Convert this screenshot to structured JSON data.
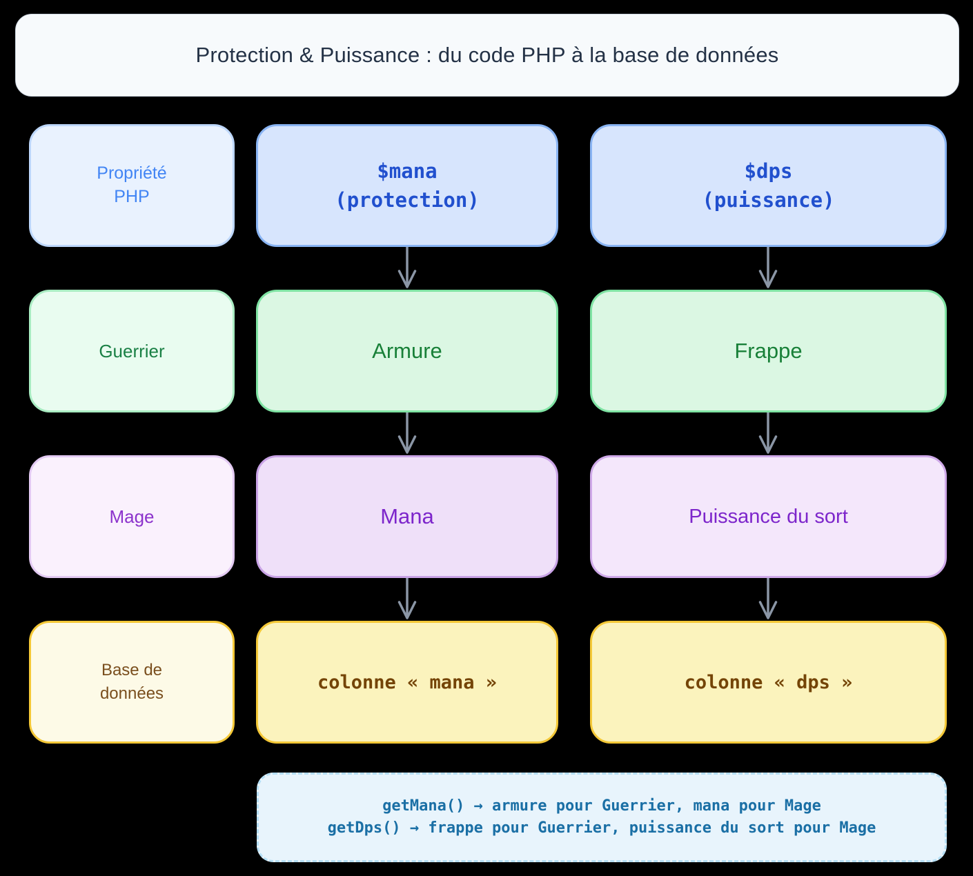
{
  "title": {
    "text": "Protection & Puissance : du code PHP à la base de données"
  },
  "grid": {
    "row_labels": [
      {
        "id": "propriete-php",
        "text": "Propriété\nPHP"
      },
      {
        "id": "guerrier",
        "text": "Guerrier"
      },
      {
        "id": "mage",
        "text": "Mage"
      },
      {
        "id": "base-de-donnees",
        "text": "Base de\ndonnées"
      }
    ],
    "columns": [
      {
        "id": "mana",
        "header": "$mana\n(protection)",
        "cells": [
          "Armure",
          "Mana",
          "colonne « mana »"
        ]
      },
      {
        "id": "dps",
        "header": "$dps\n(puissance)",
        "cells": [
          "Frappe",
          "Puissance du sort",
          "colonne « dps »"
        ]
      }
    ]
  },
  "note": {
    "text": "getMana() → armure pour Guerrier, mana pour Mage\ngetDps() → frappe pour Guerrier, puissance du sort pour Mage"
  },
  "colors": {
    "background": "#000000",
    "title_fill": "#f7fafc",
    "title_text": "#243246",
    "blue_label_text": "#4285f4",
    "blue_fill": "#d7e5fd",
    "blue_border": "#89b4f3",
    "blue_code_text": "#2150ce",
    "green_fill": "#dbf7e3",
    "green_border": "#7fe3a3",
    "green_text": "#188038",
    "purple_fill": "#efe0f9",
    "purple_border": "#c9a3e6",
    "purple_text": "#7d26cb",
    "yellow_fill": "#fbf3bd",
    "yellow_border": "#f4c837",
    "brown_text": "#744407",
    "note_fill": "#e8f4fc",
    "note_border": "#b5dff5",
    "note_text": "#1a6fa5",
    "arrow": "#8b96a6"
  }
}
